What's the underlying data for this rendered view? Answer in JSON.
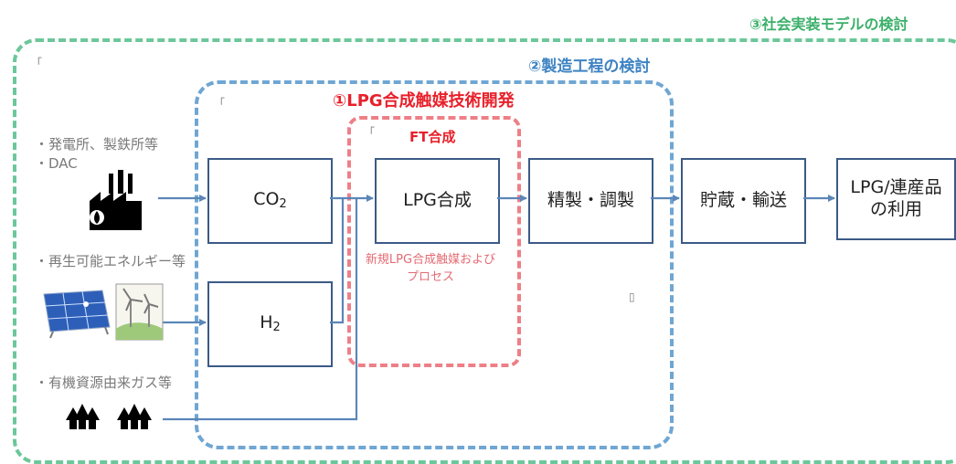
{
  "titles": {
    "social": "③社会実装モデルの検討",
    "process": "②製造工程の検討",
    "catalyst": "①LPG合成触媒技術開発",
    "ft": "FT合成"
  },
  "sources": {
    "plant_line1": "・発電所、製鉄所等",
    "plant_line2": "・DAC",
    "renewable": "・再生可能エネルギー等",
    "organic": "・有機資源由来ガス等"
  },
  "boxes": {
    "co2_main": "CO",
    "co2_sub": "2",
    "h2_main": "H",
    "h2_sub": "2",
    "lpg_synthesis": "LPG合成",
    "refining": "精製・調製",
    "storage": "貯蔵・輸送",
    "use_line1": "LPG/連産品",
    "use_line2": "の利用"
  },
  "note": {
    "line1": "新規LPG合成触媒および",
    "line2": "プロセス"
  },
  "marks": {
    "corner": "「",
    "placeholder": "▯"
  },
  "colors": {
    "green": "#6cc79a",
    "blue": "#6fa6d3",
    "red": "#ee7f86",
    "arrow": "#5b86b8",
    "box_border": "#3b5a86"
  },
  "icons": [
    "factory-icon",
    "solar-panel-icon",
    "wind-turbine-icon",
    "tree-icon"
  ]
}
